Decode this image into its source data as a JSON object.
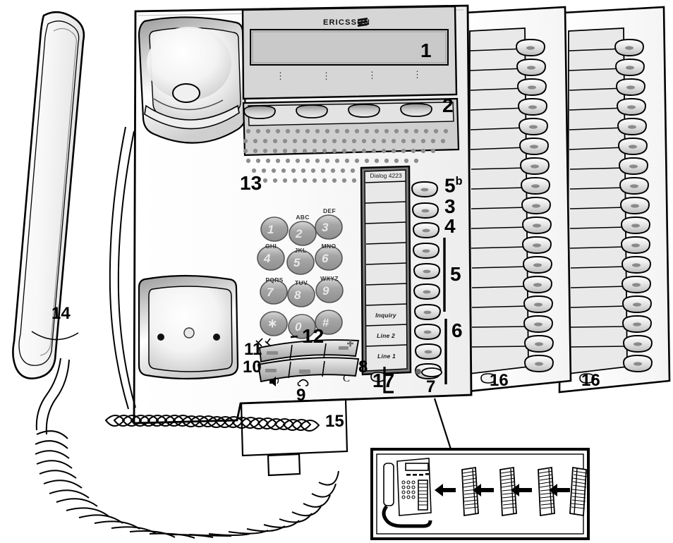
{
  "diagram": {
    "title": "Ericsson Dialog 4223 telephone with key panel units",
    "brand": "ERICSSON",
    "type": "exploded-callout-line-art"
  },
  "display": {
    "callout": "1",
    "soft_key_dots": [
      "⋮",
      "⋮",
      "⋮",
      "⋮"
    ]
  },
  "softkeys": {
    "callout": "2",
    "count": 4
  },
  "keypad": {
    "keys": [
      {
        "digit": "1",
        "letters": ""
      },
      {
        "digit": "2",
        "letters": "ABC"
      },
      {
        "digit": "3",
        "letters": "DEF"
      },
      {
        "digit": "4",
        "letters": "GHI"
      },
      {
        "digit": "5",
        "letters": "JKL"
      },
      {
        "digit": "6",
        "letters": "MNO"
      },
      {
        "digit": "7",
        "letters": "PQRS"
      },
      {
        "digit": "8",
        "letters": "TUV"
      },
      {
        "digit": "9",
        "letters": "WXYZ"
      },
      {
        "digit": "∗",
        "letters": ""
      },
      {
        "digit": "0",
        "letters": ""
      },
      {
        "digit": "#",
        "letters": ""
      }
    ]
  },
  "designation_card": {
    "callout": "17",
    "model": "Dialog 4223",
    "rows": [
      "",
      "",
      "",
      "",
      "",
      "",
      "",
      "Inquiry",
      "Line 2",
      "Line 1"
    ]
  },
  "function_keys": {
    "callout_5b": "5",
    "callout_5b_sup": "b",
    "callout_3": "3",
    "callout_4": "4",
    "callout_group5": "5",
    "callout_group6": "6",
    "total": 10,
    "group5_count": 4,
    "group6_count": 3
  },
  "indicator_lamp": {
    "callout": "7"
  },
  "rocker_keys": {
    "upper_callout": "11",
    "upper_right_callout": "12",
    "lower_left_callout": "10",
    "lower_right_callout": "8",
    "lower_center_callout": "9",
    "icon_mute": "mute-microphone",
    "icon_ring": "ring-volume",
    "icon_speaker": "loudspeaker",
    "icon_headset": "headset",
    "icon_clear": "C",
    "icon_volume_minus": "−",
    "icon_volume_plus": "+"
  },
  "loudspeaker": {
    "callout": "13"
  },
  "handset": {
    "callout": "14"
  },
  "cord": {
    "callout": "15"
  },
  "expansion_units": [
    {
      "callout": "16",
      "keys": 17
    },
    {
      "callout": "16",
      "keys": 17
    }
  ],
  "inset": {
    "arrows": 4,
    "units": 4,
    "phone": "dialog-4223-with-panels"
  },
  "colors": {
    "outline": "#000000",
    "panel_light": "#f2f2f2",
    "panel_mid": "#d9d9d9",
    "panel_dark": "#bfbfbf",
    "display_face": "#c4c4c4",
    "key_grey": "#a8a8a8",
    "card_fill": "#e8e8e8",
    "white": "#ffffff"
  }
}
